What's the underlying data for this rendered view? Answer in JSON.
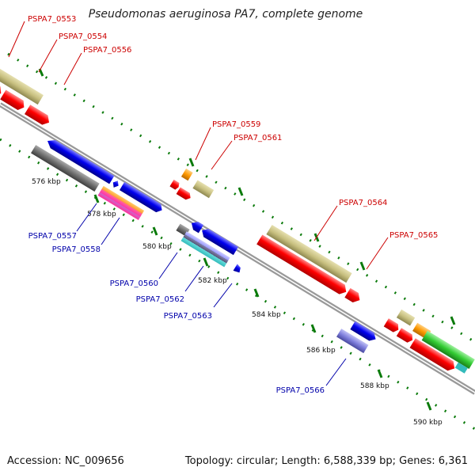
{
  "title": "Pseudomonas aeruginosa PA7, complete genome",
  "footer": {
    "accession": "Accession: NC_009656",
    "summary": "Topology: circular; Length: 6,588,339 bp; Genes: 6,361"
  },
  "scale_labels": [
    "576 kbp",
    "578 kbp",
    "580 kbp",
    "582 kbp",
    "584 kbp",
    "586 kbp",
    "588 kbp",
    "590 kbp"
  ],
  "gene_labels_top": [
    "PSPA7_0553",
    "PSPA7_0554",
    "PSPA7_0556",
    "PSPA7_0559",
    "PSPA7_0561",
    "PSPA7_0564",
    "PSPA7_0565"
  ],
  "gene_labels_bottom": [
    "PSPA7_0557",
    "PSPA7_0558",
    "PSPA7_0560",
    "PSPA7_0562",
    "PSPA7_0563",
    "PSPA7_0566"
  ],
  "colors": {
    "red": "#ff0000",
    "blue": "#0000ee",
    "khaki": "#c8c080",
    "gray": "#707070",
    "orange": "#ff9900",
    "green": "#33cc33",
    "lavender": "#7f7fdd",
    "backbone": "#999999",
    "ticks": "#0a7a0a",
    "top_label": "#cc0000",
    "bottom_label": "#0000aa"
  }
}
